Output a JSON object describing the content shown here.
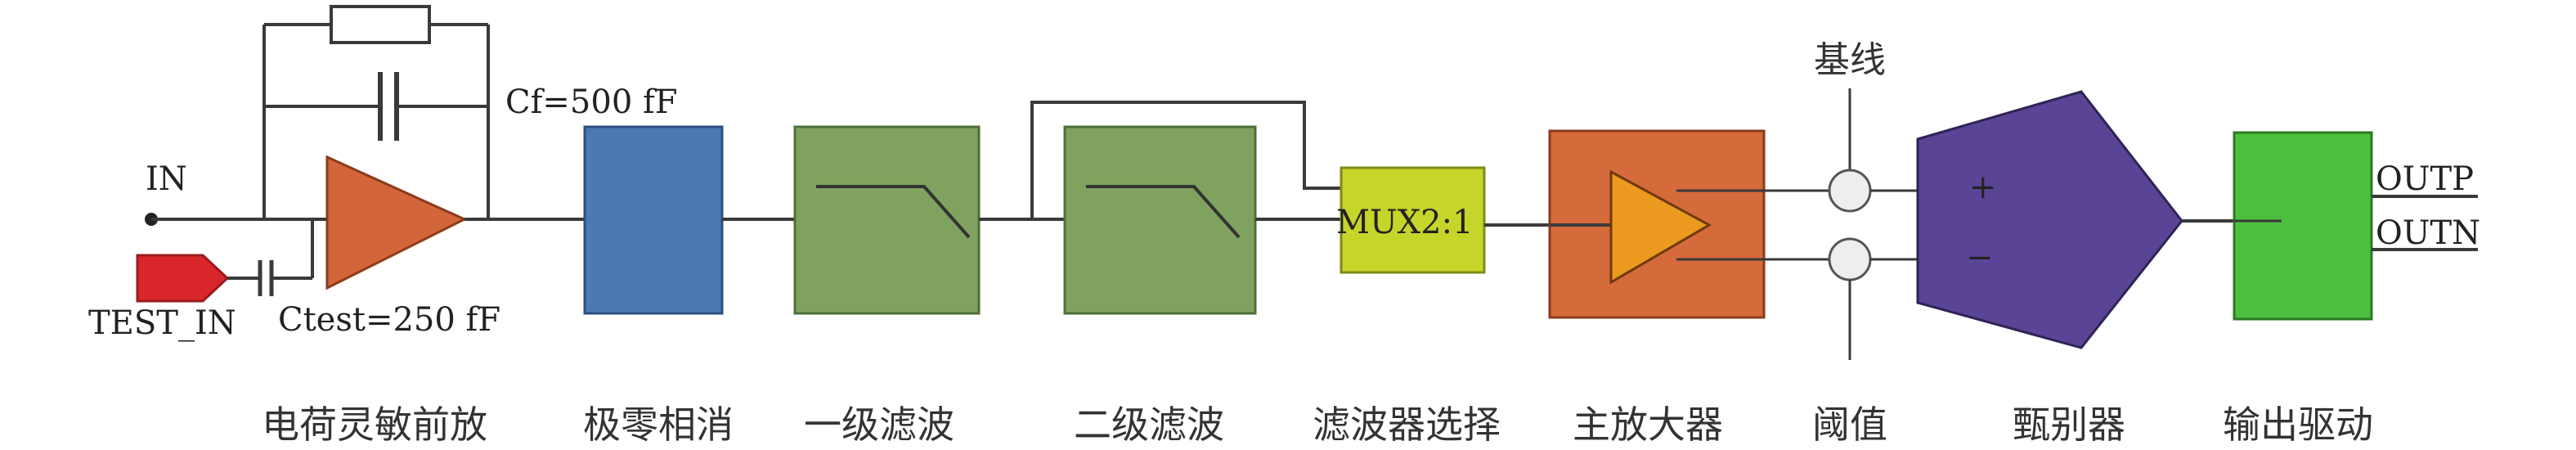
{
  "signals": {
    "in": "IN",
    "test_in": "TEST_IN",
    "outp": "OUTP",
    "outn": "OUTN"
  },
  "components": {
    "cf": "Cf=500 fF",
    "ctest": "Ctest=250 fF",
    "mux": "MUX2:1",
    "plus": "+",
    "minus": "−",
    "baseline": "基线"
  },
  "blocks": [
    {
      "id": "csa",
      "label": "电荷灵敏前放",
      "color": "#d2663a"
    },
    {
      "id": "pz",
      "label": "极零相消",
      "color": "#4a79b3"
    },
    {
      "id": "filter1",
      "label": "一级滤波",
      "color": "#7fa35e"
    },
    {
      "id": "filter2",
      "label": "二级滤波",
      "color": "#7fa35e"
    },
    {
      "id": "mux",
      "label": "滤波器选择",
      "color": "#c6d52a"
    },
    {
      "id": "amp",
      "label": "主放大器",
      "color": "#d56a3b"
    },
    {
      "id": "threshold",
      "label": "阈值",
      "color": "#e8e8e8"
    },
    {
      "id": "disc",
      "label": "甄别器",
      "color": "#5a4496"
    },
    {
      "id": "driver",
      "label": "输出驱动",
      "color": "#4dbf3f"
    }
  ],
  "colors": {
    "test_flag": "#d9262b",
    "amp_triangle": "#eb9a1f"
  }
}
